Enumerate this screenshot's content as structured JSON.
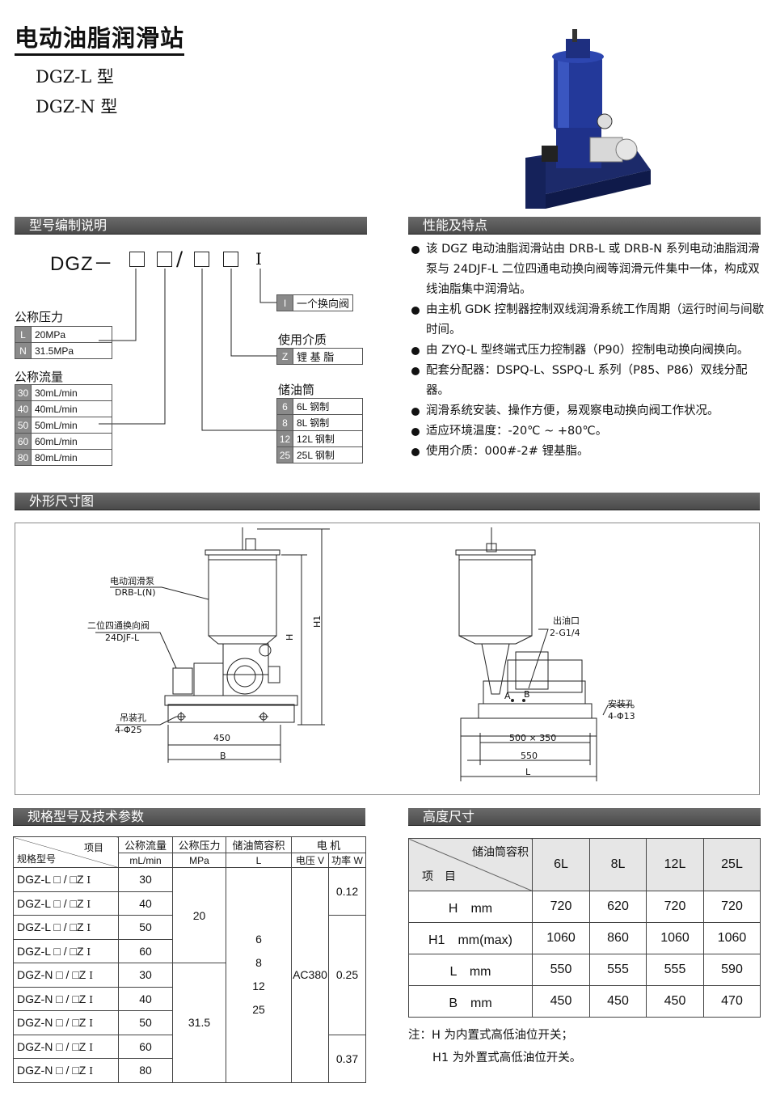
{
  "title": "电动油脂润滑站",
  "models": [
    "DGZ-L 型",
    "DGZ-N 型"
  ],
  "sections": {
    "model_code": "型号编制说明",
    "features": "性能及特点",
    "dimensions": "外形尺寸图",
    "specs": "规格型号及技术参数",
    "heights": "高度尺寸"
  },
  "code": {
    "prefix": "DGZ－",
    "slash": "/",
    "tail": "I",
    "reversing_valve": {
      "key": "I",
      "text": "一个换向阀"
    },
    "pressure": {
      "label": "公称压力",
      "options": [
        {
          "k": "L",
          "v": "20MPa"
        },
        {
          "k": "N",
          "v": "31.5MPa"
        }
      ]
    },
    "medium": {
      "label": "使用介质",
      "options": [
        {
          "k": "Z",
          "v": "锂 基 脂"
        }
      ]
    },
    "flow": {
      "label": "公称流量",
      "options": [
        {
          "k": "30",
          "v": "30mL/min"
        },
        {
          "k": "40",
          "v": "40mL/min"
        },
        {
          "k": "50",
          "v": "50mL/min"
        },
        {
          "k": "60",
          "v": "60mL/min"
        },
        {
          "k": "80",
          "v": "80mL/min"
        }
      ]
    },
    "reservoir": {
      "label": "储油筒",
      "options": [
        {
          "k": "6",
          "v": "6L 钢制"
        },
        {
          "k": "8",
          "v": "8L 钢制"
        },
        {
          "k": "12",
          "v": "12L 钢制"
        },
        {
          "k": "25",
          "v": "25L 钢制"
        }
      ]
    }
  },
  "features": [
    "该 DGZ 电动油脂润滑站由 DRB-L 或 DRB-N 系列电动油脂润滑泵与 24DJF-L 二位四通电动换向阀等润滑元件集中一体，构成双线油脂集中润滑站。",
    "由主机 GDK 控制器控制双线润滑系统工作周期（运行时间与间歇时间。",
    "由 ZYQ-L 型终端式压力控制器（P90）控制电动换向阀换向。",
    "配套分配器：DSPQ-L、SSPQ-L 系列（P85、P86）双线分配器。",
    "润滑系统安装、操作方便，易观察电动换向阀工作状况。",
    "适应环境温度：-20℃ ~ +80℃。",
    "使用介质：000#-2# 锂基脂。"
  ],
  "drawing": {
    "pump_label": "电动润滑泵",
    "pump_model": "DRB-L(N)",
    "valve_label": "二位四通换向阀",
    "valve_model": "24DJF-L",
    "lift_label": "吊装孔",
    "lift_spec": "4-Φ25",
    "dim_450": "450",
    "dim_B": "B",
    "dim_H": "H",
    "dim_H1": "H1",
    "outlet_label": "出油口",
    "outlet_spec": "2-G1/4",
    "mount_label": "安装孔",
    "mount_spec": "4-Φ13",
    "dim_500x350": "500 × 350",
    "dim_550": "550",
    "dim_L": "L",
    "port_A": "A",
    "port_B": "B"
  },
  "spec_table": {
    "headers": {
      "item": "项目",
      "model": "规格型号",
      "flow": "公称流量",
      "flow_unit": "mL/min",
      "pressure": "公称压力",
      "pressure_unit": "MPa",
      "capacity": "储油筒容积",
      "capacity_unit": "L",
      "motor": "电 机",
      "voltage": "电压 V",
      "power": "功率 W"
    },
    "rows": [
      {
        "model": "DGZ-L □ / □Z",
        "suffix": "I",
        "flow": "30"
      },
      {
        "model": "DGZ-L □ / □Z",
        "suffix": "I",
        "flow": "40"
      },
      {
        "model": "DGZ-L □ / □Z",
        "suffix": "I",
        "flow": "50"
      },
      {
        "model": "DGZ-L □ / □Z",
        "suffix": "I",
        "flow": "60"
      },
      {
        "model": "DGZ-N □ / □Z",
        "suffix": "I",
        "flow": "30"
      },
      {
        "model": "DGZ-N □ / □Z",
        "suffix": "I",
        "flow": "40"
      },
      {
        "model": "DGZ-N □ / □Z",
        "suffix": "I",
        "flow": "50"
      },
      {
        "model": "DGZ-N □ / □Z",
        "suffix": "I",
        "flow": "60"
      },
      {
        "model": "DGZ-N □ / □Z",
        "suffix": "I",
        "flow": "80"
      }
    ],
    "pressure_L": "20",
    "pressure_N": "31.5",
    "capacities": [
      "6",
      "8",
      "12",
      "25"
    ],
    "voltage": "AC380",
    "power_a": "0.12",
    "power_b": "0.25",
    "power_c": "0.37"
  },
  "height_table": {
    "corner_top": "储油筒容积",
    "corner_bottom": "项　目",
    "columns": [
      "6L",
      "8L",
      "12L",
      "25L"
    ],
    "rows": [
      {
        "label": "H　mm",
        "values": [
          "720",
          "620",
          "720",
          "720"
        ]
      },
      {
        "label": "H1　mm(max)",
        "values": [
          "1060",
          "860",
          "1060",
          "1060"
        ]
      },
      {
        "label": "L　mm",
        "values": [
          "550",
          "555",
          "555",
          "590"
        ]
      },
      {
        "label": "B　mm",
        "values": [
          "450",
          "450",
          "450",
          "470"
        ]
      }
    ]
  },
  "notes": [
    "注：H 为内置式高低油位开关；",
    "H1 为外置式高低油位开关。"
  ]
}
